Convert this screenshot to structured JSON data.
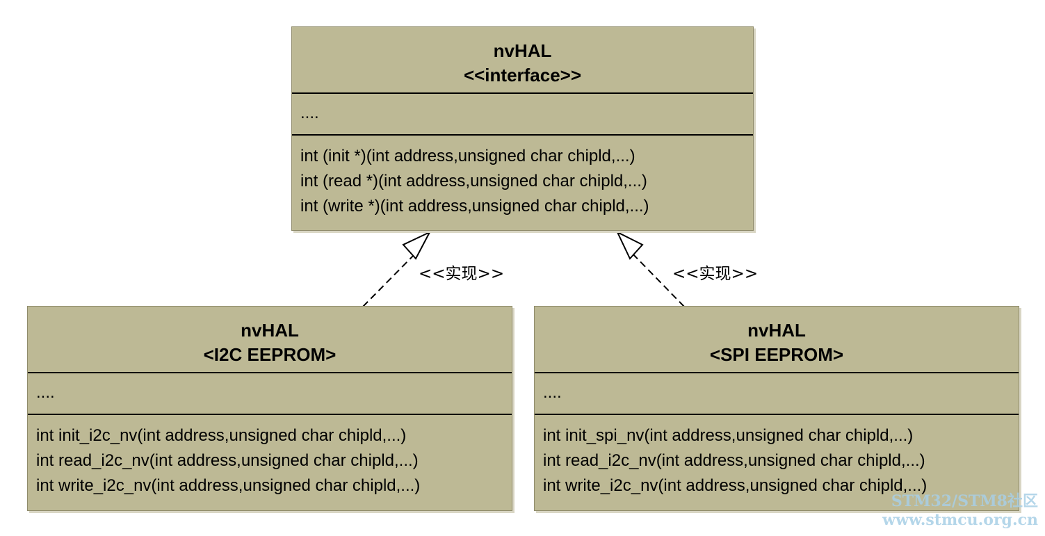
{
  "interface_box": {
    "name": "nvHAL",
    "stereotype": "<<interface>>",
    "attributes": "....",
    "methods": [
      "int (init *)(int address,unsigned char chipld,...)",
      "int (read *)(int address,unsigned char chipld,...)",
      "int (write *)(int address,unsigned char chipld,...)"
    ]
  },
  "i2c_box": {
    "name": "nvHAL",
    "stereotype": "<I2C EEPROM>",
    "attributes": "....",
    "methods": [
      "int init_i2c_nv(int address,unsigned char chipld,...)",
      "int read_i2c_nv(int address,unsigned char chipld,...)",
      "int write_i2c_nv(int address,unsigned char chipld,...)"
    ]
  },
  "spi_box": {
    "name": "nvHAL",
    "stereotype": "<SPI EEPROM>",
    "attributes": "....",
    "methods": [
      "int init_spi_nv(int address,unsigned char chipld,...)",
      "int read_i2c_nv(int address,unsigned char chipld,...)",
      "int write_i2c_nv(int address,unsigned char chipld,...)"
    ]
  },
  "relations": {
    "left_label": "<<实现>>",
    "right_label": "<<实现>>"
  },
  "watermark": {
    "line1": "STM32/STM8社区",
    "line2": "www.stmcu.org.cn"
  },
  "colors": {
    "box_fill": "#bdb995",
    "line": "#000000",
    "watermark": "#a8cfe6"
  }
}
